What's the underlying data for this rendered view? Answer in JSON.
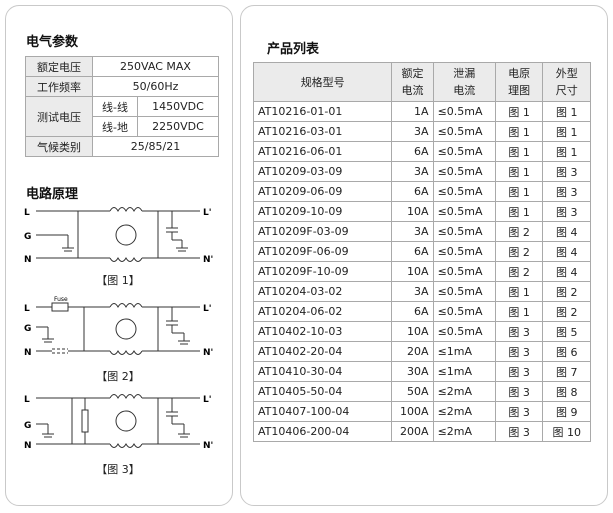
{
  "electrical": {
    "title": "电气参数",
    "rated_voltage_label": "额定电压",
    "rated_voltage_value": "250VAC MAX",
    "frequency_label": "工作频率",
    "frequency_value": "50/60Hz",
    "test_voltage_label": "测试电压",
    "line_line_label": "线-线",
    "line_line_value": "1450VDC",
    "line_ground_label": "线-地",
    "line_ground_value": "2250VDC",
    "climate_label": "气候类别",
    "climate_value": "25/85/21"
  },
  "circuit": {
    "title": "电路原理",
    "node_L": "L",
    "node_G": "G",
    "node_N": "N",
    "node_Lp": "L'",
    "node_Np": "N'",
    "fuse_label": "Fuse",
    "fig1_caption": "【图 1】",
    "fig2_caption": "【图 2】",
    "fig3_caption": "【图 3】"
  },
  "products": {
    "title": "产品列表",
    "headers": {
      "model": "规格型号",
      "current": [
        "额定",
        "电流"
      ],
      "leakage": [
        "泄漏",
        "电流"
      ],
      "circuit": [
        "电原",
        "理图"
      ],
      "outline": [
        "外型",
        "尺寸"
      ]
    },
    "rows": [
      {
        "model": "AT10216-01-01",
        "current": "1A",
        "leakage": "≤0.5mA",
        "circuit": "图 1",
        "outline": "图 1"
      },
      {
        "model": "AT10216-03-01",
        "current": "3A",
        "leakage": "≤0.5mA",
        "circuit": "图 1",
        "outline": "图 1"
      },
      {
        "model": "AT10216-06-01",
        "current": "6A",
        "leakage": "≤0.5mA",
        "circuit": "图 1",
        "outline": "图 1"
      },
      {
        "model": "AT10209-03-09",
        "current": "3A",
        "leakage": "≤0.5mA",
        "circuit": "图 1",
        "outline": "图 3"
      },
      {
        "model": "AT10209-06-09",
        "current": "6A",
        "leakage": "≤0.5mA",
        "circuit": "图 1",
        "outline": "图 3"
      },
      {
        "model": "AT10209-10-09",
        "current": "10A",
        "leakage": "≤0.5mA",
        "circuit": "图 1",
        "outline": "图 3"
      },
      {
        "model": "AT10209F-03-09",
        "current": "3A",
        "leakage": "≤0.5mA",
        "circuit": "图 2",
        "outline": "图 4"
      },
      {
        "model": "AT10209F-06-09",
        "current": "6A",
        "leakage": "≤0.5mA",
        "circuit": "图 2",
        "outline": "图 4"
      },
      {
        "model": "AT10209F-10-09",
        "current": "10A",
        "leakage": "≤0.5mA",
        "circuit": "图 2",
        "outline": "图 4"
      },
      {
        "model": "AT10204-03-02",
        "current": "3A",
        "leakage": "≤0.5mA",
        "circuit": "图 1",
        "outline": "图 2"
      },
      {
        "model": "AT10204-06-02",
        "current": "6A",
        "leakage": "≤0.5mA",
        "circuit": "图 1",
        "outline": "图 2"
      },
      {
        "model": "AT10402-10-03",
        "current": "10A",
        "leakage": "≤0.5mA",
        "circuit": "图 3",
        "outline": "图 5"
      },
      {
        "model": "AT10402-20-04",
        "current": "20A",
        "leakage": "≤1mA",
        "circuit": "图 3",
        "outline": "图 6"
      },
      {
        "model": "AT10410-30-04",
        "current": "30A",
        "leakage": "≤1mA",
        "circuit": "图 3",
        "outline": "图 7"
      },
      {
        "model": "AT10405-50-04",
        "current": "50A",
        "leakage": "≤2mA",
        "circuit": "图 3",
        "outline": "图 8"
      },
      {
        "model": "AT10407-100-04",
        "current": "100A",
        "leakage": "≤2mA",
        "circuit": "图 3",
        "outline": "图 9"
      },
      {
        "model": "AT10406-200-04",
        "current": "200A",
        "leakage": "≤2mA",
        "circuit": "图 3",
        "outline": "图 10"
      }
    ]
  }
}
